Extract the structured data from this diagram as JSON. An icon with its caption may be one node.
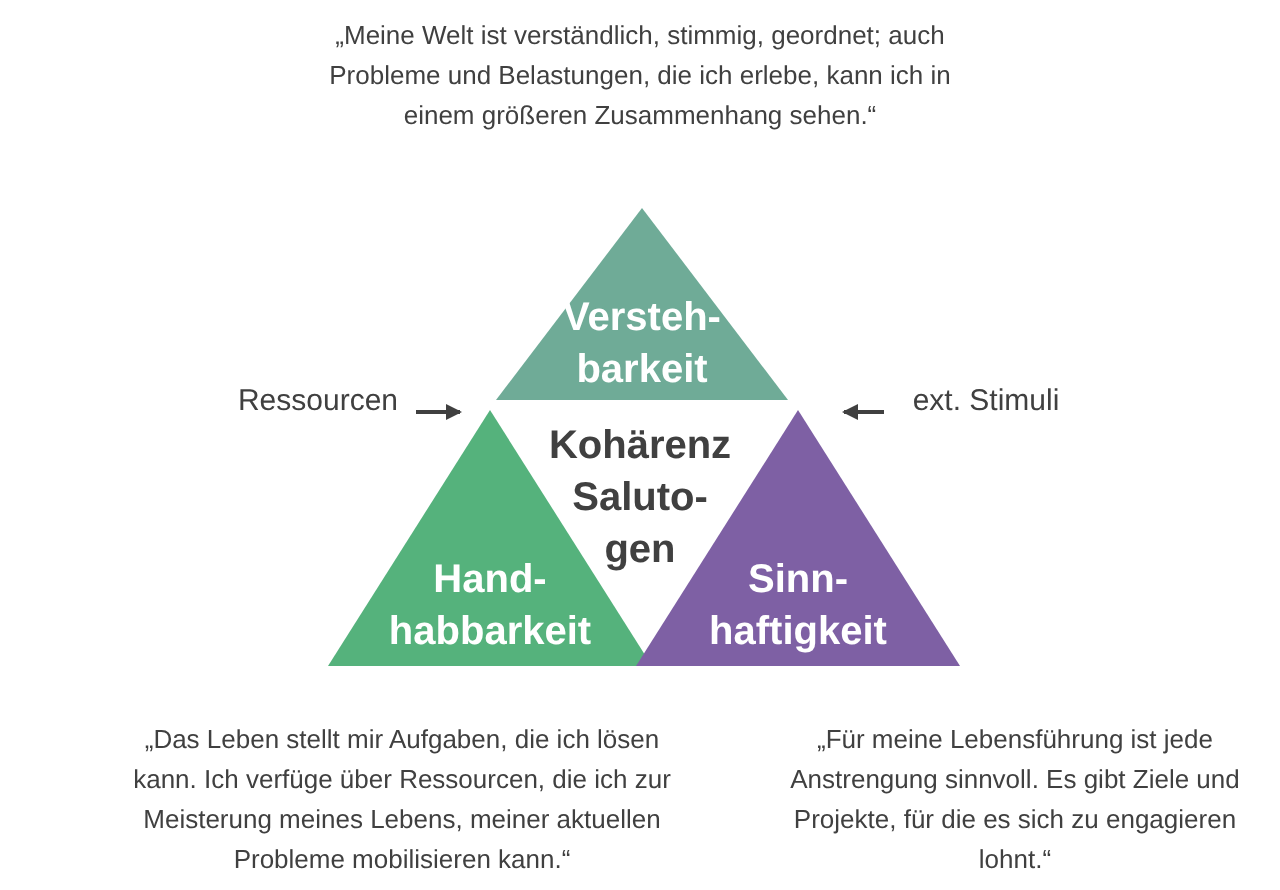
{
  "diagram": {
    "nodes": [
      {
        "text": [
          "Versteh- barkeit"
        ]
      },
      {
        "text": [
          "Hand- habbarkeit"
        ]
      },
      {
        "text": [
          "Sinn- haftigkeit"
        ]
      },
      {
        "text": [
          "Kohärenz Saluto- gen"
        ]
      },
      {
        "text": [
          "Ressourcen"
        ]
      },
      {
        "text": [
          "ext. Stimuli"
        ]
      }
    ],
    "edges": [
      {
        "from": 4,
        "to": 1,
        "arrow": "to"
      },
      {
        "from": 5,
        "to": 2,
        "arrow": "to"
      }
    ],
    "labels": [
      "„Meine Welt ist verständlich, stimmig, geordnet; auch Probleme und Belastungen, die ich erlebe, kann ich in einem größeren Zusammenhang sehen.“",
      "„Das Leben stellt mir Aufgaben, die ich lösen kann. Ich verfüge über Ressourcen, die ich zur Meisterung meines Lebens, meiner aktuellen Probleme mobilisieren kann.“",
      "„Für meine Lebensführung ist jede Anstrengung sinnvoll. Es gibt Ziele und Projekte, für die es sich zu engagieren lohnt.“"
    ]
  }
}
